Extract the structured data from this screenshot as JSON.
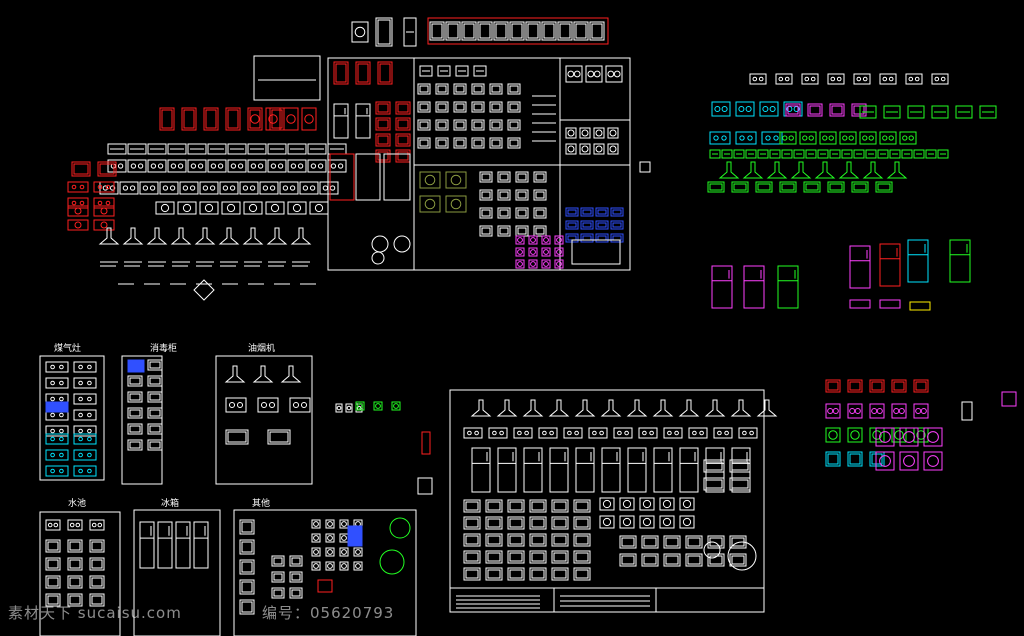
{
  "sections": {
    "gas_stove": "煤气灶",
    "sterilizer": "消毒柜",
    "range_hood": "油烟机",
    "sink": "水池",
    "fridge": "冰箱",
    "other": "其他"
  },
  "watermark": {
    "site": "素材天下 sucaisu.com",
    "id": "编号：05620793"
  },
  "colors": {
    "white": "#ffffff",
    "red": "#ff2020",
    "cyan": "#00e5ff",
    "green": "#22ff22",
    "magenta": "#ff40ff",
    "yellow": "#ffee00",
    "blue": "#3050ff",
    "olive": "#8a9a40"
  }
}
